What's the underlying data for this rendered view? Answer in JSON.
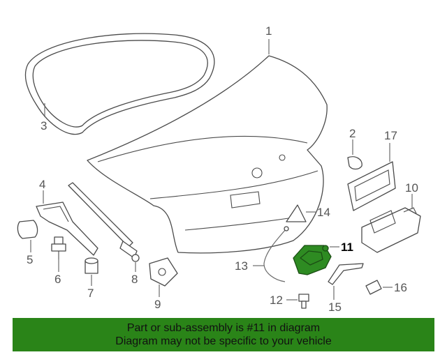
{
  "callouts": {
    "c1": "1",
    "c2": "2",
    "c3": "3",
    "c4": "4",
    "c5": "5",
    "c6": "6",
    "c7": "7",
    "c8": "8",
    "c9": "9",
    "c10": "10",
    "c11": "11",
    "c12": "12",
    "c13": "13",
    "c14": "14",
    "c15": "15",
    "c16": "16",
    "c17": "17"
  },
  "highlight_part": "11",
  "colors": {
    "highlight": "#2e8b22",
    "banner": "#2a8418"
  },
  "banner": {
    "line1": "Part or sub-assembly is #11 in diagram",
    "line2": "Diagram may not be specific to your vehicle"
  }
}
